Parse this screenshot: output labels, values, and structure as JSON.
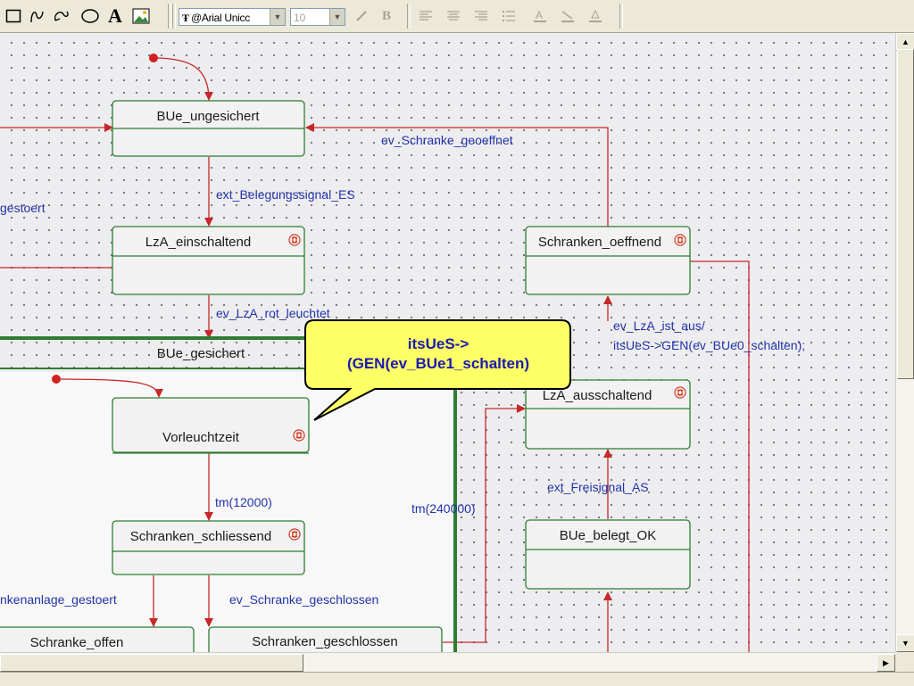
{
  "toolbar": {
    "tools": [
      {
        "icon": "rectangle-icon"
      },
      {
        "icon": "curve-icon"
      },
      {
        "icon": "freeform-icon"
      },
      {
        "icon": "ellipse-icon"
      },
      {
        "icon": "text-icon",
        "glyph": "A"
      },
      {
        "icon": "image-icon"
      }
    ],
    "font_name": "@Arial Unicc",
    "font_size": "10",
    "bold_glyph": "B"
  },
  "states": {
    "bue_ungesichert": "BUe_ungesichert",
    "lza_einschaltend": "LzA_einschaltend",
    "bue_gesichert": "BUe_gesichert",
    "vorleuchtzeit": "Vorleuchtzeit",
    "schranken_schliessend": "Schranken_schliessend",
    "schranke_offen": "Schranke_offen",
    "schranken_geschlossen": "Schranken_geschlossen",
    "schranken_oeffnend": "Schranken_oeffnend",
    "lza_ausschaltend": "LzA_ausschaltend",
    "bue_belegt_ok": "BUe_belegt_OK"
  },
  "transitions": {
    "ev_schranke_geoeffnet": "ev_Schranke_geoeffnet",
    "ext_belegungssignal_es": "ext_Belegungssignal_ES",
    "gestoert": "gestoert",
    "ev_lza_rot_leuchtet": "ev_LzA_rot_leuchtet",
    "tm_12000": "tm(12000)",
    "tm_240000": "tm(240000)",
    "schrankenanlage_gestoert": "nkenanlage_gestoert",
    "ev_schranke_geschlossen": "ev_Schranke_geschlossen",
    "ev_lza_ist_aus": "ev_LzA_ist_aus/",
    "its_ue_s_gen": "itsUeS->GEN(ev_BUe0_schalten);",
    "ext_freisignal_as": "ext_Freisignal_AS"
  },
  "callout": {
    "line1": "itsUeS->",
    "line2": "(GEN(ev_BUe1_schalten)"
  },
  "colors": {
    "state_border": "#2e7d32",
    "transition": "#c62828",
    "label_text": "#2233aa",
    "callout_fill": "#ffff66",
    "callout_text": "#1a1ab0",
    "canvas": "#ededf0"
  }
}
